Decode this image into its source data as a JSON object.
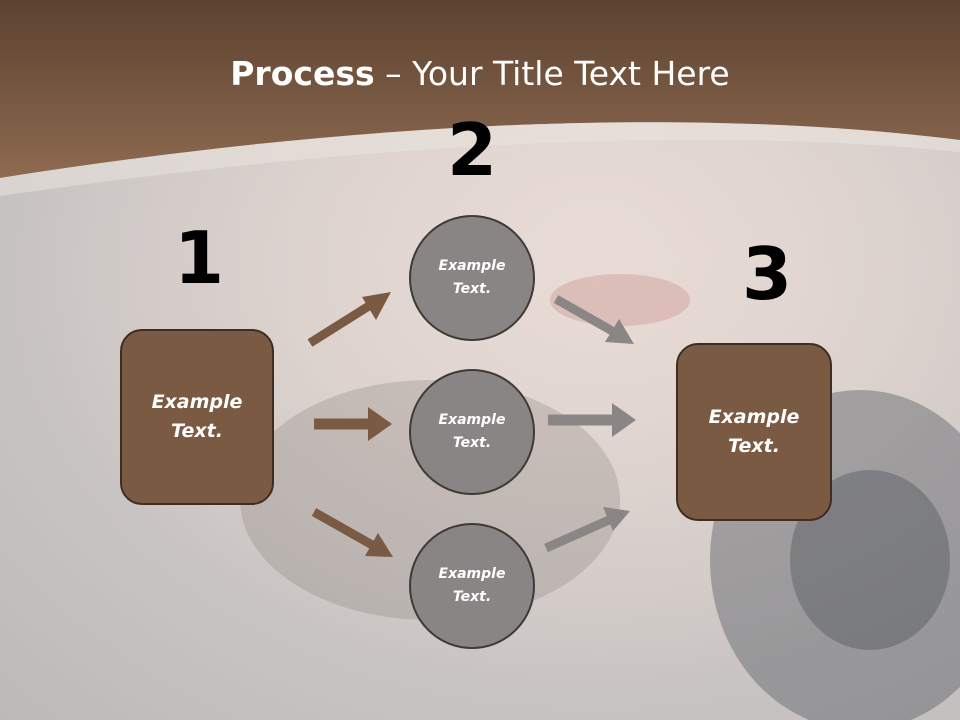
{
  "title": {
    "bold": "Process",
    "rest": " – Your Title Text Here"
  },
  "steps": {
    "one": "1",
    "two": "2",
    "three": "3"
  },
  "boxes": {
    "left": "Example Text.",
    "right": "Example Text."
  },
  "circles": [
    "Example Text.",
    "Example Text.",
    "Example Text."
  ],
  "colors": {
    "header": "#6f4f3a",
    "box_fill": "#7a5a43",
    "circle_fill": "#898585",
    "arrow_brown": "#7a5a43",
    "arrow_gray": "#8a8686"
  }
}
